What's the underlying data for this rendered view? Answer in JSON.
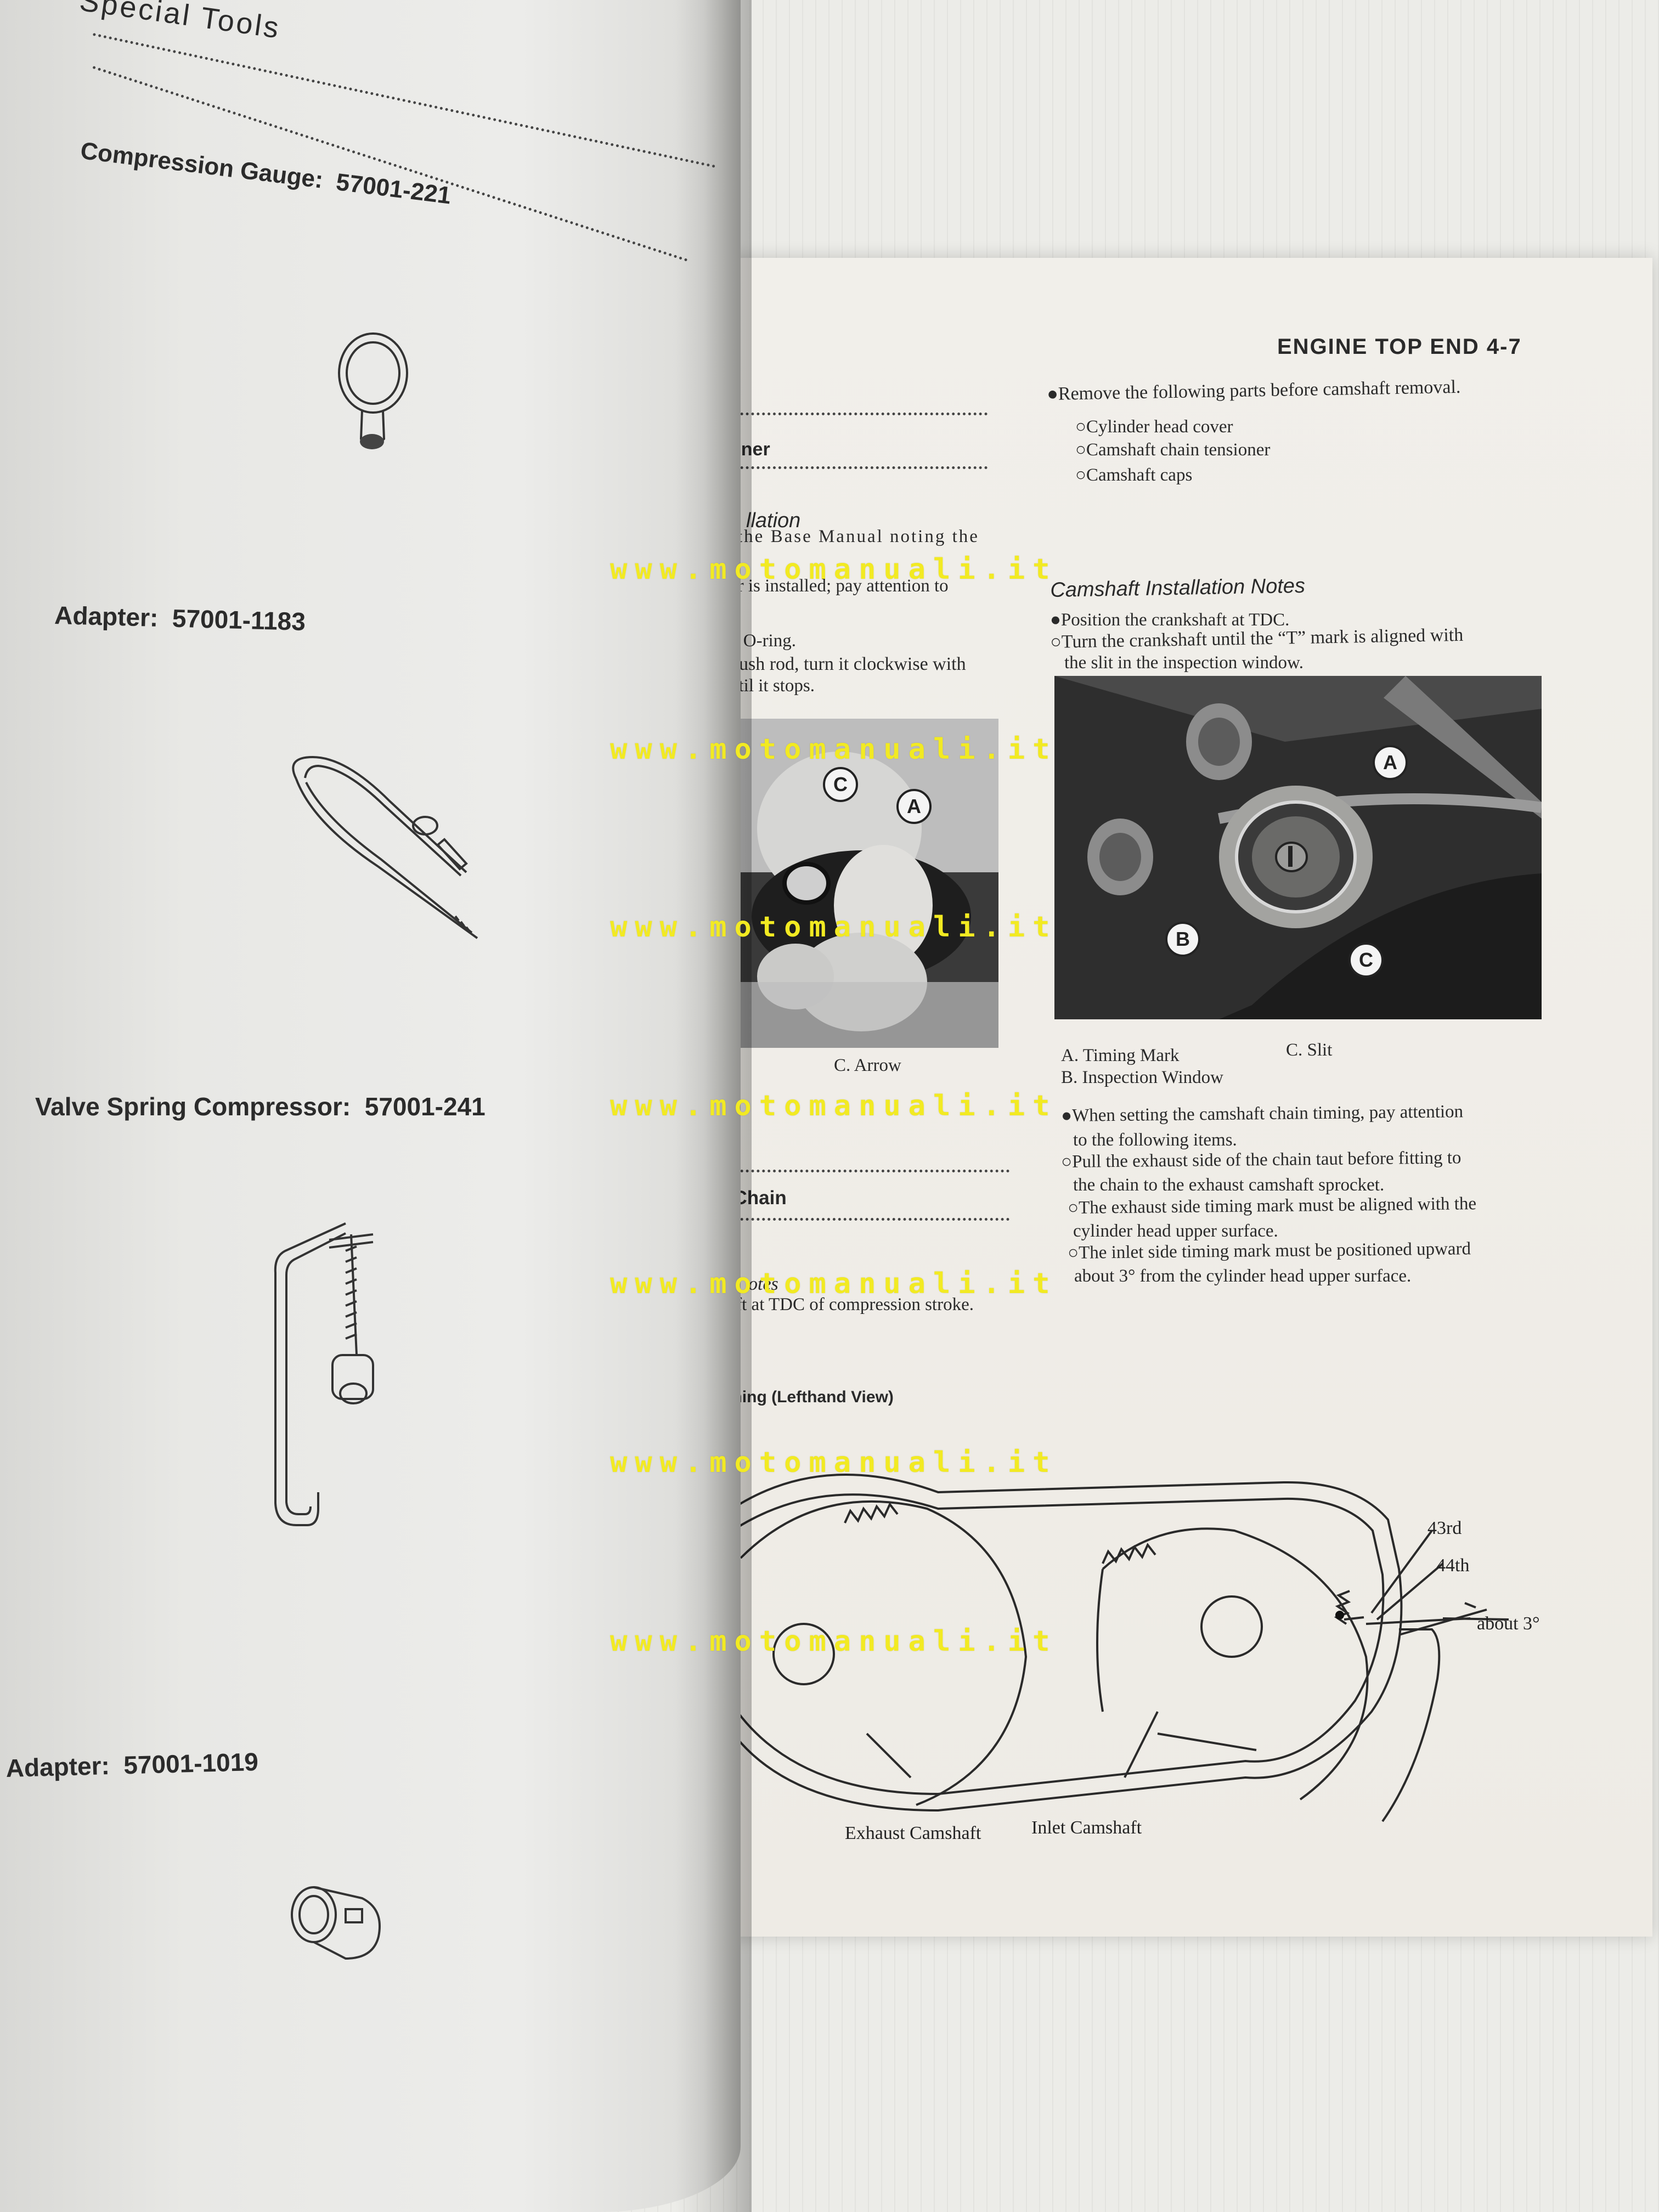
{
  "left_page": {
    "heading": "Special Tools",
    "tools": [
      {
        "label": "Compression Gauge:",
        "part": "57001-221",
        "icon": "compression-gauge-icon"
      },
      {
        "label": "Adapter:",
        "part": "57001-1183",
        "icon": "hose-adapter-icon"
      },
      {
        "label": "Valve Spring Compressor:",
        "part": "57001-241",
        "icon": "valve-spring-compressor-icon"
      },
      {
        "label": "Adapter:",
        "part": "57001-1019",
        "icon": "cylinder-adapter-icon"
      }
    ]
  },
  "right_page": {
    "header": "ENGINE TOP END 4-7",
    "left_col": {
      "heading1": "oner",
      "heading2": "llation",
      "para": [
        "the Base Manual noting the",
        "er is installed; pay attention to",
        "d O-ring.",
        "push rod, turn it clockwise with",
        "ntil it stops."
      ],
      "caption": "C. Arrow",
      "heading3": "aft Chain",
      "notes_heading": "otes",
      "notes_line": "haft at TDC of compression stroke.",
      "figure_title": "Timing (Lefthand View)"
    },
    "right_col": {
      "intro": "●Remove the following parts before camshaft removal.",
      "parts": [
        "○Cylinder head cover",
        "○Camshaft chain tensioner",
        "○Camshaft caps"
      ],
      "section_title": "Camshaft Installation Notes",
      "steps": [
        "●Position the crankshaft at TDC.",
        "○Turn the crankshaft until the “T” mark is aligned with",
        "the slit in the inspection window."
      ],
      "captions": [
        "A. Timing Mark",
        "B. Inspection Window",
        "C. Slit"
      ],
      "notes": [
        "●When setting the camshaft chain timing, pay attention",
        "to the following items.",
        "○Pull the exhaust side of the chain taut before fitting to",
        "the chain to the exhaust camshaft sprocket.",
        "○The exhaust side timing mark must be aligned with the",
        "cylinder head upper surface.",
        "○The inlet side timing mark must be positioned upward",
        "about 3° from the cylinder head upper surface."
      ]
    },
    "callouts": {
      "a": "A",
      "b": "B",
      "c": "C"
    },
    "diagram_labels": {
      "pin43": "43rd",
      "pin44": "44th",
      "angle": "about 3°",
      "exhaust": "Exhaust Camshaft",
      "inlet": "Inlet Camshaft"
    }
  },
  "watermark": "www.motomanuali.it"
}
